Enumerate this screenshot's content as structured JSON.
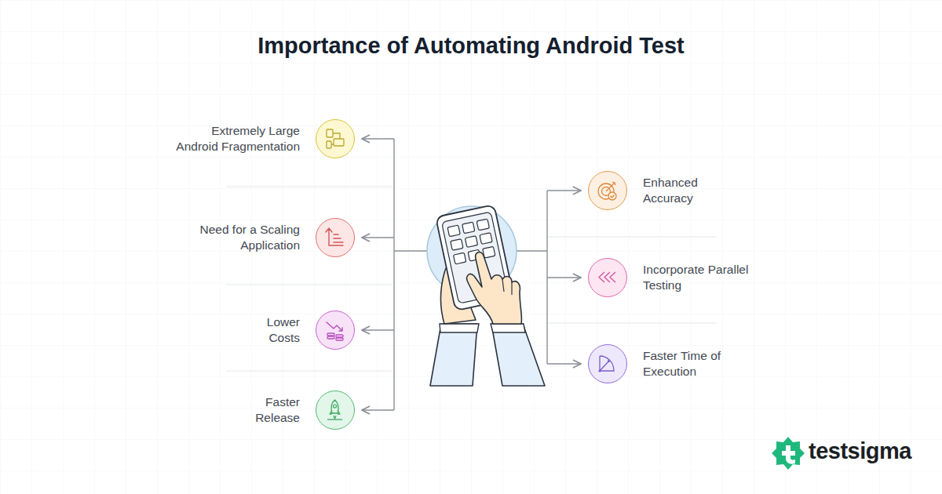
{
  "diagram": {
    "title": "Importance of Automating Android Test",
    "nodes": [
      {
        "text": [
          "Extremely Large Android Fragmentation"
        ]
      },
      {
        "text": [
          "Need for a Scaling Application"
        ]
      },
      {
        "text": [
          "Lower Costs"
        ]
      },
      {
        "text": [
          "Faster Release"
        ]
      },
      {
        "text": [
          "Enhanced Accuracy"
        ]
      },
      {
        "text": [
          "Incorporate Parallel Testing"
        ]
      },
      {
        "text": [
          "Faster Time of Execution"
        ]
      }
    ],
    "labels": [
      "testsigma"
    ]
  }
}
